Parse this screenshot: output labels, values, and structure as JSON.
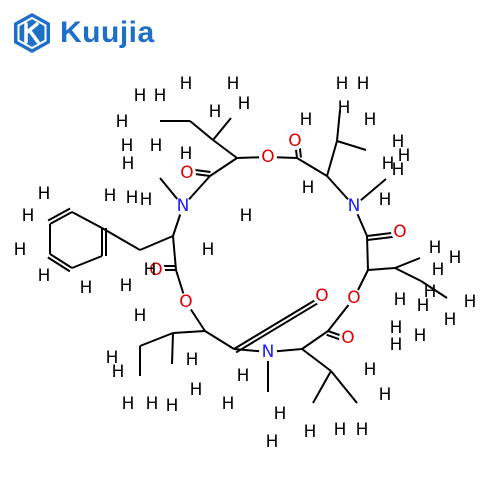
{
  "brand": {
    "name": "Kuujia",
    "color": "#1e6fc8",
    "icon": "k-hexagon-logo-icon"
  },
  "molecule": {
    "colors": {
      "C": "#000000",
      "H": "#000000",
      "O": "#e00000",
      "N": "#1a1aff"
    },
    "atoms": [
      {
        "id": "N1",
        "el": "N",
        "label": "N"
      },
      {
        "id": "N2",
        "el": "N",
        "label": "N"
      },
      {
        "id": "N3",
        "el": "N",
        "label": "N"
      },
      {
        "id": "O1",
        "el": "O",
        "label": "O"
      },
      {
        "id": "O2",
        "el": "O",
        "label": "O"
      },
      {
        "id": "O3",
        "el": "O",
        "label": "O"
      },
      {
        "id": "O4",
        "el": "O",
        "label": "O"
      },
      {
        "id": "O5",
        "el": "O",
        "label": "O"
      },
      {
        "id": "O6",
        "el": "O",
        "label": "O"
      },
      {
        "id": "H_a",
        "el": "H",
        "label": "H"
      }
    ]
  }
}
